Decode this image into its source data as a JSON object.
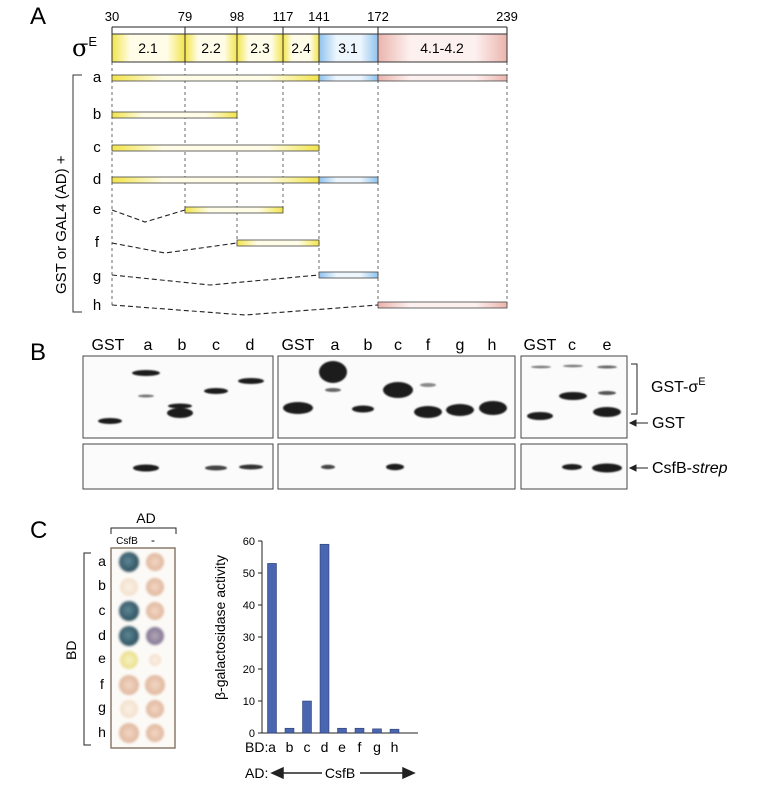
{
  "panel_a": {
    "letter": "A",
    "sigma_label": "σ",
    "sigma_sup": "E",
    "positions": [
      "30",
      "79",
      "98",
      "117",
      "141",
      "172",
      "239"
    ],
    "regions": [
      "2.1",
      "2.2",
      "2.3",
      "2.4",
      "3.1",
      "4.1-4.2"
    ],
    "side_label": "GST or GAL4 (AD) +",
    "constructs": [
      "a",
      "b",
      "c",
      "d",
      "e",
      "f",
      "g",
      "h"
    ]
  },
  "panel_b": {
    "letter": "B",
    "gel1_lanes": [
      "GST",
      "a",
      "b",
      "c",
      "d"
    ],
    "gel2_lanes": [
      "GST",
      "a",
      "b",
      "c",
      "f",
      "g",
      "h"
    ],
    "gel3_lanes": [
      "GST",
      "c",
      "e"
    ],
    "label_gst_sigma": "GST-σ",
    "label_gst_sigma_sup": "E",
    "label_gst": "GST",
    "label_csfb": "CsfB-",
    "label_csfb_italic": "strep"
  },
  "panel_c": {
    "letter": "C",
    "ad_label": "AD",
    "col_csfb": "CsfB",
    "col_minus": "-",
    "bd_label": "BD",
    "rows": [
      "a",
      "b",
      "c",
      "d",
      "e",
      "f",
      "g",
      "h"
    ],
    "ylabel": "β-galactosidase activity",
    "bd_prefix": "BD:",
    "ad_prefix": "AD:",
    "ad_value": "CsfB"
  },
  "chart_data": {
    "type": "bar",
    "categories": [
      "a",
      "b",
      "c",
      "d",
      "e",
      "f",
      "g",
      "h"
    ],
    "values": [
      53,
      1.5,
      10,
      59,
      1.5,
      1.5,
      1.3,
      1.2
    ],
    "ylim": [
      0,
      60
    ],
    "yticks": [
      "0",
      "10",
      "20",
      "30",
      "40",
      "50",
      "60"
    ],
    "xlabel": "",
    "ylabel": "β-galactosidase activity",
    "bar_color": "#4a66b0",
    "grid": false
  }
}
